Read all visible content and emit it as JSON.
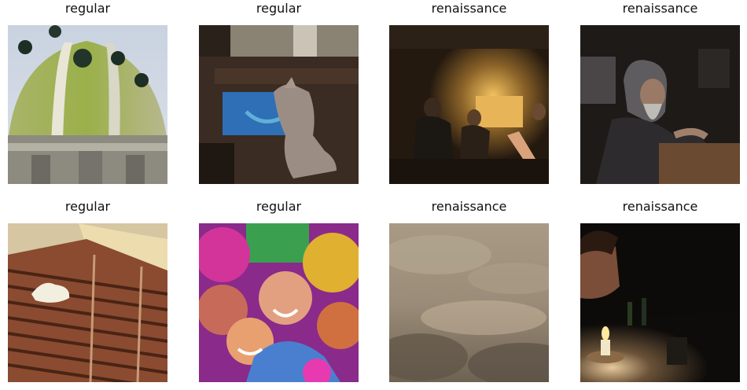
{
  "grid": [
    {
      "caption": "regular"
    },
    {
      "caption": "regular"
    },
    {
      "caption": "renaissance"
    },
    {
      "caption": "renaissance"
    },
    {
      "caption": "regular"
    },
    {
      "caption": "regular"
    },
    {
      "caption": "renaissance"
    },
    {
      "caption": "renaissance"
    }
  ]
}
